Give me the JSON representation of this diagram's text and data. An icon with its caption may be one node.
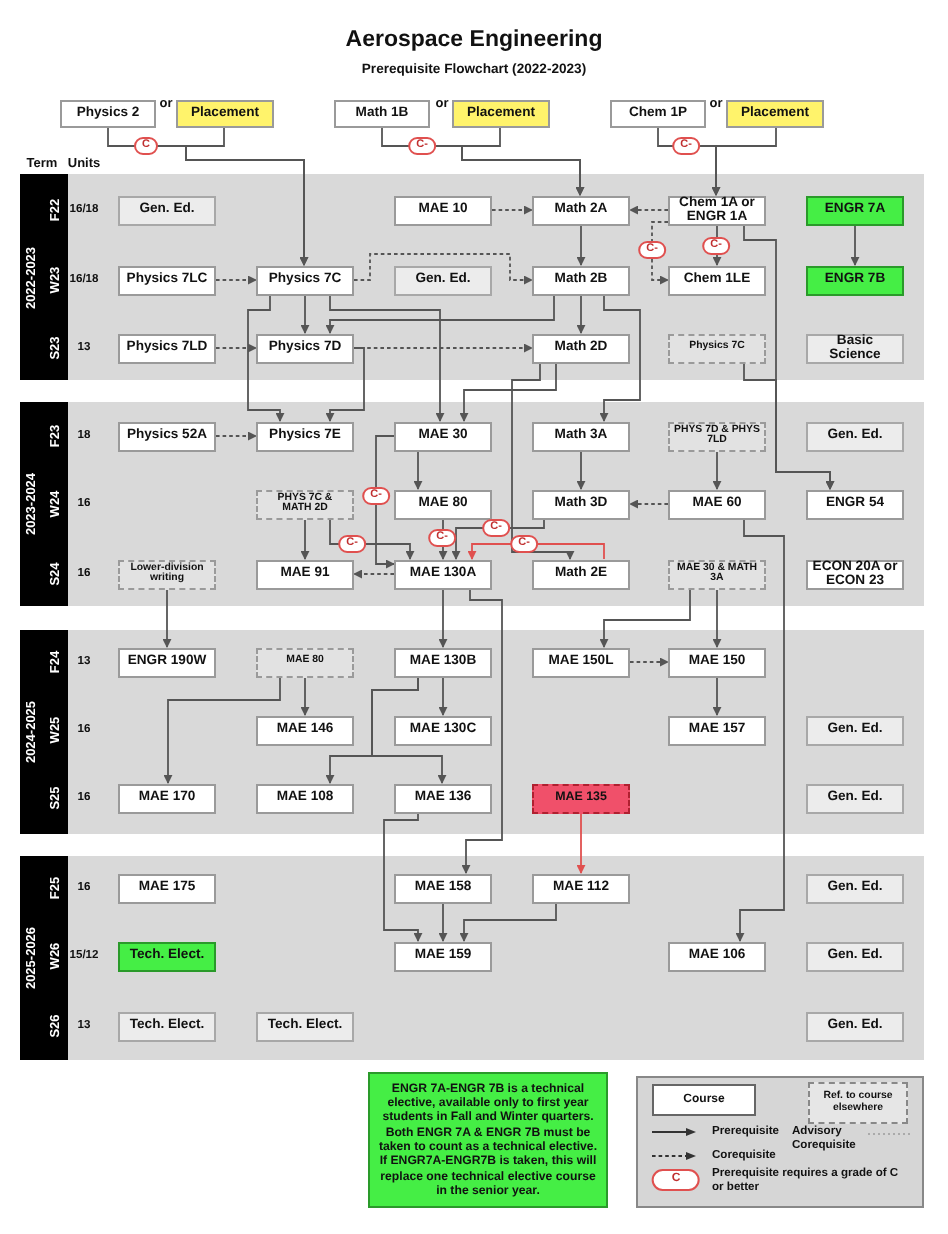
{
  "diagram": {
    "title": "Aerospace Engineering",
    "nodes": [
      {
        "text": [
          "Physics 2"
        ]
      },
      {
        "text": [
          "Placement"
        ]
      },
      {
        "text": [
          "Math 1B"
        ]
      },
      {
        "text": [
          "Placement"
        ]
      },
      {
        "text": [
          "Chem 1P"
        ]
      },
      {
        "text": [
          "Placement"
        ]
      },
      {
        "text": [
          "Gen. Ed."
        ]
      },
      {
        "text": [
          "MAE 10"
        ]
      },
      {
        "text": [
          "Math 2A"
        ]
      },
      {
        "text": [
          "Chem 1A or ENGR 1A"
        ]
      },
      {
        "text": [
          "ENGR 7A"
        ]
      },
      {
        "text": [
          "Physics 7LC"
        ]
      },
      {
        "text": [
          "Physics 7C"
        ]
      },
      {
        "text": [
          "Gen. Ed."
        ]
      },
      {
        "text": [
          "Math 2B"
        ]
      },
      {
        "text": [
          "Chem 1LE"
        ]
      },
      {
        "text": [
          "ENGR 7B"
        ]
      },
      {
        "text": [
          "Physics 7LD"
        ]
      },
      {
        "text": [
          "Physics 7D"
        ]
      },
      {
        "text": [
          "Math 2D"
        ]
      },
      {
        "text": [
          "Physics 7C"
        ]
      },
      {
        "text": [
          "Basic Science"
        ]
      },
      {
        "text": [
          "Physics 52A"
        ]
      },
      {
        "text": [
          "Physics 7E"
        ]
      },
      {
        "text": [
          "MAE 30"
        ]
      },
      {
        "text": [
          "Math 3A"
        ]
      },
      {
        "text": [
          "PHYS 7D & PHYS 7LD"
        ]
      },
      {
        "text": [
          "Gen. Ed."
        ]
      },
      {
        "text": [
          "PHYS 7C & MATH 2D"
        ]
      },
      {
        "text": [
          "MAE 80"
        ]
      },
      {
        "text": [
          "Math 3D"
        ]
      },
      {
        "text": [
          "MAE 60"
        ]
      },
      {
        "text": [
          "ENGR 54"
        ]
      },
      {
        "text": [
          "Lower-division writing"
        ]
      },
      {
        "text": [
          "MAE 91"
        ]
      },
      {
        "text": [
          "MAE 130A"
        ]
      },
      {
        "text": [
          "Math 2E"
        ]
      },
      {
        "text": [
          "MAE 30 & MATH 3A"
        ]
      },
      {
        "text": [
          "ECON 20A or ECON 23"
        ]
      },
      {
        "text": [
          "ENGR 190W"
        ]
      },
      {
        "text": [
          "MAE 80"
        ]
      },
      {
        "text": [
          "MAE 130B"
        ]
      },
      {
        "text": [
          "MAE 150L"
        ]
      },
      {
        "text": [
          "MAE 150"
        ]
      },
      {
        "text": [
          "MAE 146"
        ]
      },
      {
        "text": [
          "MAE 130C"
        ]
      },
      {
        "text": [
          "MAE 157"
        ]
      },
      {
        "text": [
          "Gen. Ed."
        ]
      },
      {
        "text": [
          "MAE 170"
        ]
      },
      {
        "text": [
          "MAE 108"
        ]
      },
      {
        "text": [
          "MAE 136"
        ]
      },
      {
        "text": [
          "MAE 135"
        ]
      },
      {
        "text": [
          "Gen. Ed."
        ]
      },
      {
        "text": [
          "MAE 175"
        ]
      },
      {
        "text": [
          "MAE 158"
        ]
      },
      {
        "text": [
          "MAE 112"
        ]
      },
      {
        "text": [
          "Gen. Ed."
        ]
      },
      {
        "text": [
          "Tech. Elect."
        ]
      },
      {
        "text": [
          "MAE 159"
        ]
      },
      {
        "text": [
          "MAE 106"
        ]
      },
      {
        "text": [
          "Gen. Ed."
        ]
      },
      {
        "text": [
          "Tech. Elect."
        ]
      },
      {
        "text": [
          "Tech. Elect."
        ]
      },
      {
        "text": [
          "Gen. Ed."
        ]
      },
      {
        "text": [
          "ENGR 7A-ENGR 7B is a technical elective, available only to first year students in Fall and Winter quarters. Both ENGR 7A & ENGR 7B must be taken to count as a technical elective. If ENGR7A-ENGR7B is taken, this will replace one technical elective course in the senior year."
        ]
      }
    ],
    "edges": [
      {
        "from": 0,
        "to": 12,
        "arrow": "to",
        "label": "C"
      },
      {
        "from": 1,
        "to": 12,
        "arrow": "to"
      },
      {
        "from": 2,
        "to": 8,
        "arrow": "to",
        "label": "C-"
      },
      {
        "from": 3,
        "to": 8,
        "arrow": "to"
      },
      {
        "from": 4,
        "to": 9,
        "arrow": "to",
        "label": "C-"
      },
      {
        "from": 5,
        "to": 9,
        "arrow": "to"
      },
      {
        "from": 7,
        "to": 8,
        "arrow": "to",
        "style": "dashed"
      },
      {
        "from": 9,
        "to": 8,
        "arrow": "to",
        "style": "dashed"
      },
      {
        "from": 8,
        "to": 14,
        "arrow": "to"
      },
      {
        "from": 9,
        "to": 15,
        "arrow": "to",
        "label": "C-"
      },
      {
        "from": 9,
        "to": 15,
        "arrow": "to",
        "style": "dashed",
        "label": "C-"
      },
      {
        "from": 10,
        "to": 16,
        "arrow": "to"
      },
      {
        "from": 11,
        "to": 12,
        "arrow": "to",
        "style": "dashed"
      },
      {
        "from": 12,
        "to": 14,
        "arrow": "to",
        "style": "dashed"
      },
      {
        "from": 14,
        "to": 19,
        "arrow": "to"
      },
      {
        "from": 12,
        "to": 18,
        "arrow": "to"
      },
      {
        "from": 17,
        "to": 18,
        "arrow": "to",
        "style": "dashed"
      },
      {
        "from": 18,
        "to": 19,
        "arrow": "to",
        "style": "dashed"
      },
      {
        "from": 14,
        "to": 18,
        "arrow": "to"
      },
      {
        "from": 9,
        "to": 32,
        "arrow": "to"
      },
      {
        "from": 20,
        "to": 32,
        "arrow": "to"
      },
      {
        "from": 31,
        "to": 59,
        "arrow": "to"
      },
      {
        "from": 12,
        "to": 23,
        "arrow": "to"
      },
      {
        "from": 18,
        "to": 23,
        "arrow": "to"
      },
      {
        "from": 22,
        "to": 23,
        "arrow": "to",
        "style": "dashed"
      },
      {
        "from": 12,
        "to": 24,
        "arrow": "to"
      },
      {
        "from": 19,
        "to": 24,
        "arrow": "to"
      },
      {
        "from": 14,
        "to": 25,
        "arrow": "to"
      },
      {
        "from": 25,
        "to": 30,
        "arrow": "to"
      },
      {
        "from": 31,
        "to": 30,
        "arrow": "to",
        "style": "dashed"
      },
      {
        "from": 26,
        "to": 31,
        "arrow": "to"
      },
      {
        "from": 24,
        "to": 29,
        "arrow": "to"
      },
      {
        "from": 24,
        "to": 35,
        "arrow": "to",
        "label": "C-"
      },
      {
        "from": 28,
        "to": 34,
        "arrow": "to"
      },
      {
        "from": 28,
        "to": 35,
        "arrow": "to",
        "label": "C-"
      },
      {
        "from": 29,
        "to": 35,
        "arrow": "to",
        "label": "C-"
      },
      {
        "from": 35,
        "to": 34,
        "arrow": "to",
        "style": "dashed"
      },
      {
        "from": 36,
        "to": 35,
        "arrow": "to",
        "label": "C-",
        "color": "#e0504f"
      },
      {
        "from": 30,
        "to": 35,
        "arrow": "to",
        "label": "C-"
      },
      {
        "from": 19,
        "to": 36,
        "arrow": "to"
      },
      {
        "from": 37,
        "to": 42,
        "arrow": "to"
      },
      {
        "from": 37,
        "to": 43,
        "arrow": "to"
      },
      {
        "from": 33,
        "to": 39,
        "arrow": "to"
      },
      {
        "from": 35,
        "to": 41,
        "arrow": "to"
      },
      {
        "from": 35,
        "to": 54,
        "arrow": "to"
      },
      {
        "from": 42,
        "to": 43,
        "arrow": "to",
        "style": "dashed"
      },
      {
        "from": 43,
        "to": 46,
        "arrow": "to"
      },
      {
        "from": 40,
        "to": 44,
        "arrow": "to"
      },
      {
        "from": 40,
        "to": 48,
        "arrow": "to"
      },
      {
        "from": 41,
        "to": 45,
        "arrow": "to"
      },
      {
        "from": 41,
        "to": 49,
        "arrow": "to"
      },
      {
        "from": 41,
        "to": 50,
        "arrow": "to"
      },
      {
        "from": 51,
        "to": 55,
        "arrow": "to",
        "color": "#e0504f"
      },
      {
        "from": 50,
        "to": 58,
        "arrow": "to"
      },
      {
        "from": 54,
        "to": 58,
        "arrow": "to"
      },
      {
        "from": 55,
        "to": 58,
        "arrow": "to"
      }
    ],
    "labels": [
      "Prerequisite Flowchart (2022-2023)",
      "or",
      "or",
      "or",
      "Term",
      "Units",
      "2022-2023",
      "F22",
      "16/18",
      "W23",
      "16/18",
      "S23",
      "13",
      "2023-2024",
      "F23",
      "18",
      "W24",
      "16",
      "S24",
      "16",
      "2024-2025",
      "F24",
      "13",
      "W25",
      "16",
      "S25",
      "16",
      "2025-2026",
      "F25",
      "16",
      "W26",
      "15/12",
      "S26",
      "13",
      "C"
    ],
    "legend": [
      {
        "text": "Course"
      },
      {
        "text": "Ref. to course elsewhere"
      },
      {
        "text": "Prerequisite"
      },
      {
        "text": "Advisory Corequisite"
      },
      {
        "text": "Corequisite"
      },
      {
        "text": "Prerequisite requires a grade of C or better"
      }
    ]
  }
}
